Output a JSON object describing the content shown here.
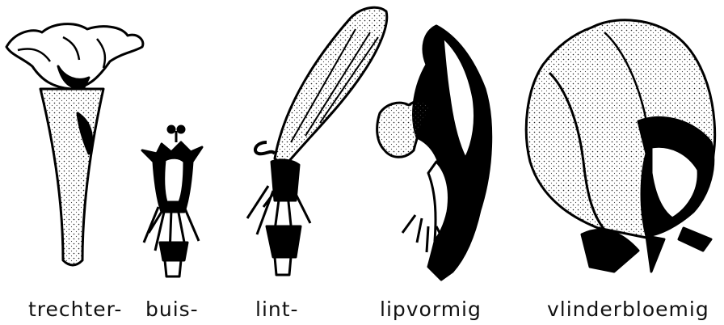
{
  "figures": [
    {
      "id": "trechter",
      "label": "trechter-"
    },
    {
      "id": "buis",
      "label": "buis-"
    },
    {
      "id": "lint",
      "label": "lint-"
    },
    {
      "id": "lipvormig",
      "label": "lipvormig"
    },
    {
      "id": "vlinderbloemig",
      "label": "vlinderbloemig"
    }
  ]
}
